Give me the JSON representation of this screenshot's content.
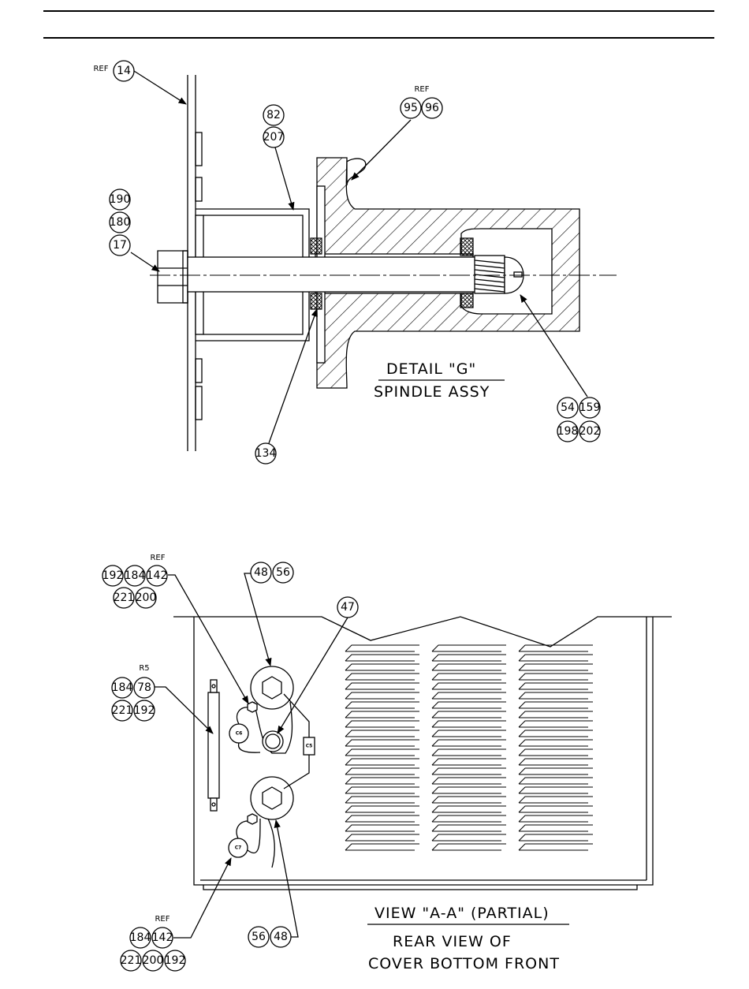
{
  "detail_g": {
    "title": "DETAIL \"G\"",
    "subtitle": "SPINDLE ASSY",
    "ref_label_1": "REF",
    "ref_label_2": "REF",
    "callouts": {
      "c14": "14",
      "c82": "82",
      "c207": "207",
      "c95": "95",
      "c96": "96",
      "c190": "190",
      "c180": "180",
      "c17": "17",
      "c134": "134",
      "c54": "54",
      "c159": "159",
      "c198": "198",
      "c202": "202"
    }
  },
  "view_aa": {
    "title": "VIEW \"A-A\" (PARTIAL)",
    "subtitle_1": "REAR VIEW OF",
    "subtitle_2": "COVER BOTTOM FRONT",
    "ref_label_top": "REF",
    "ref_label_bottom": "REF",
    "r5_label": "R5",
    "component_labels": {
      "c5": "C5",
      "c6": "C6",
      "c7": "C7"
    },
    "callouts": {
      "a192": "192",
      "a184": "184",
      "a142": "142",
      "a221": "221",
      "a200": "200",
      "b48": "48",
      "b56": "56",
      "b47": "47",
      "d184": "184",
      "d78": "78",
      "d221": "221",
      "d192": "192",
      "e184": "184",
      "e142": "142",
      "e221": "221",
      "e200": "200",
      "e192": "192",
      "f56": "56",
      "f48": "48"
    }
  }
}
